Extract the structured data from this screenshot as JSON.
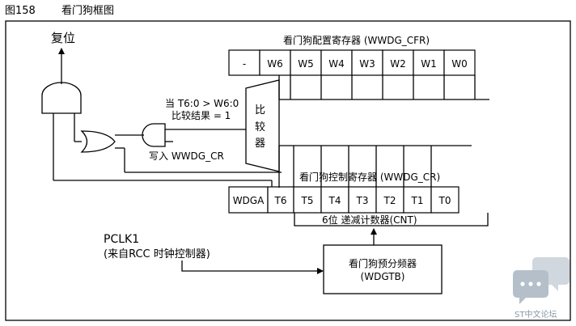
{
  "figure": {
    "number": "图158",
    "title": "看门狗框图"
  },
  "reset_label": "复位",
  "cfr": {
    "title": "看门狗配置寄存器 (WWDG_CFR)",
    "bits": [
      "-",
      "W6",
      "W5",
      "W4",
      "W3",
      "W2",
      "W1",
      "W0"
    ]
  },
  "comparator": {
    "label_chars": [
      "比",
      "较",
      "器"
    ],
    "condition": "当 T6:0 > W6:0",
    "result": "比较结果 = 1"
  },
  "write_label": "写入 WWDG_CR",
  "cr": {
    "title": "看门狗控制寄存器 (WWDG_CR)",
    "bits": [
      "WDGA",
      "T6",
      "T5",
      "T4",
      "T3",
      "T2",
      "T1",
      "T0"
    ]
  },
  "counter_label": "6位 递减计数器(CNT)",
  "pclk": {
    "name": "PCLK1",
    "source": "(来自RCC 时钟控制器)"
  },
  "prescaler": {
    "name": "看门狗预分频器",
    "id": "(WDGTB)"
  },
  "watermark": "ST中文论坛",
  "icon": "chat-bubbles-icon"
}
